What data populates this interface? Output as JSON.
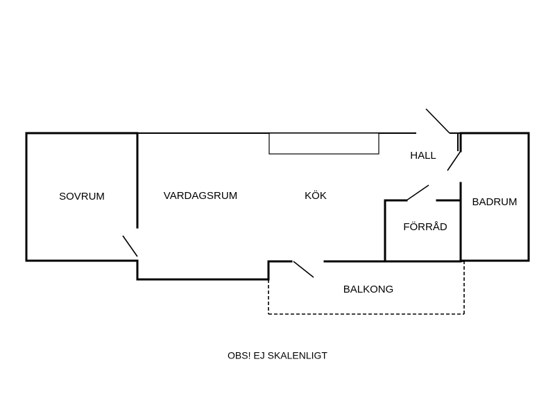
{
  "rooms": {
    "sovrum": "SOVRUM",
    "vardagsrum": "VARDAGSRUM",
    "kok": "KÖK",
    "hall": "HALL",
    "badrum": "BADRUM",
    "forrad": "FÖRRÅD",
    "balkong": "BALKONG"
  },
  "note": "OBS! EJ SKALENLIGT"
}
